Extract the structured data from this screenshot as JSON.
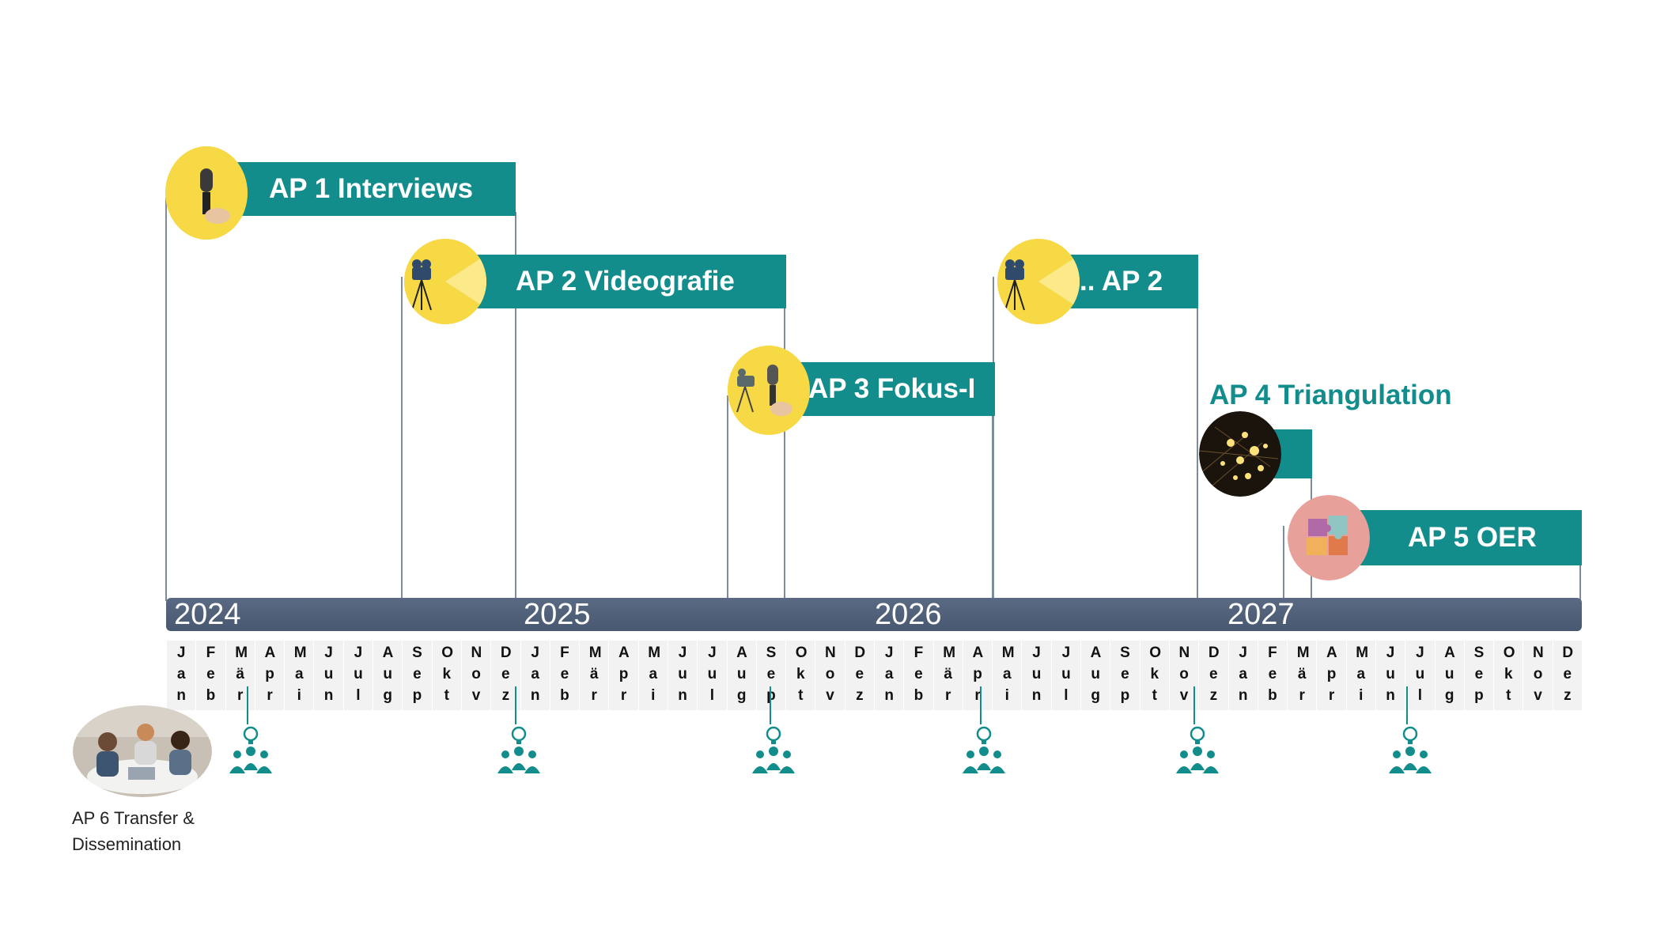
{
  "work_packages": [
    {
      "id": "ap1",
      "label": "AP 1 Interviews",
      "icon": "microphone-icon"
    },
    {
      "id": "ap2",
      "label": "AP 2 Videografie",
      "icon": "video-camera-icon"
    },
    {
      "id": "ap3",
      "label": "AP 3 Fokus-I",
      "icon": "camera-microphone-icon"
    },
    {
      "id": "ap2b",
      "label": ".. AP 2",
      "icon": "video-camera-icon"
    },
    {
      "id": "ap4",
      "label": "AP 4 Triangulation",
      "icon": "fiber-lights-icon"
    },
    {
      "id": "ap5",
      "label": "AP 5 OER",
      "icon": "puzzle-icon"
    }
  ],
  "years": [
    "2024",
    "2025",
    "2026",
    "2027"
  ],
  "months": [
    "Jan",
    "Feb",
    "Mär",
    "Apr",
    "Mai",
    "Jun",
    "Jul",
    "Aug",
    "Sep",
    "Okt",
    "Nov",
    "Dez",
    "Jan",
    "Feb",
    "Mär",
    "Apr",
    "Mai",
    "Jun",
    "Jul",
    "Aug",
    "Sep",
    "Okt",
    "Nov",
    "Dez",
    "Jan",
    "Feb",
    "Mär",
    "Apr",
    "Mai",
    "Jun",
    "Jul",
    "Aug",
    "Sep",
    "Okt",
    "Nov",
    "Dez",
    "Jan",
    "Feb",
    "Mär",
    "Apr",
    "Mai",
    "Jun",
    "Jul",
    "Aug",
    "Sep",
    "Okt",
    "Nov",
    "Dez"
  ],
  "ap6": {
    "label_line1": "AP 6 Transfer &",
    "label_line2": "Dissemination",
    "icon": "team-meeting-photo"
  },
  "milestones": {
    "icon": "people-idea-icon",
    "count": 6
  },
  "colors": {
    "teal": "#138c8c",
    "slate": "#4f5f78",
    "yellow": "#f6d945",
    "grid": "#7d8b9c"
  }
}
